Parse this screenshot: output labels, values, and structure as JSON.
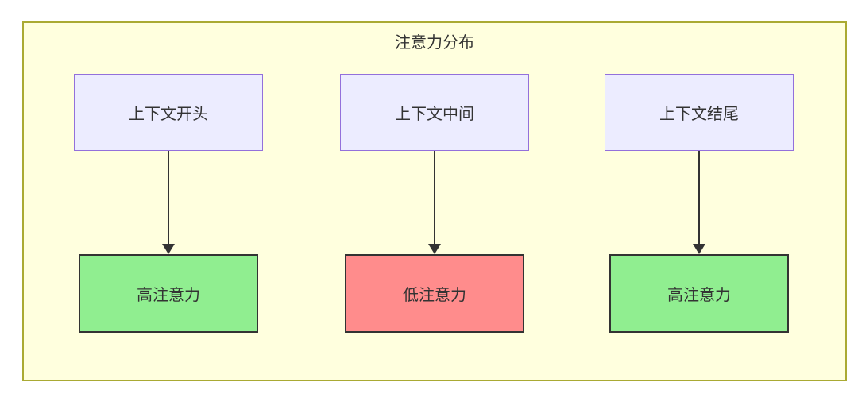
{
  "diagram": {
    "title": "注意力分布",
    "flows": [
      {
        "source": {
          "label": "上下文开头"
        },
        "target": {
          "label": "高注意力",
          "level": "high"
        }
      },
      {
        "source": {
          "label": "上下文中间"
        },
        "target": {
          "label": "低注意力",
          "level": "low"
        }
      },
      {
        "source": {
          "label": "上下文结尾"
        },
        "target": {
          "label": "高注意力",
          "level": "high"
        }
      }
    ],
    "colors": {
      "container_fill": "#ffffde",
      "container_border": "#aaaa33",
      "source_node_fill": "#ececff",
      "source_node_border": "#9370db",
      "high_attention_fill": "#90ee90",
      "low_attention_fill": "#ff8c8c",
      "target_node_border": "#333333",
      "arrow_color": "#333333",
      "text_color": "#333333"
    }
  }
}
